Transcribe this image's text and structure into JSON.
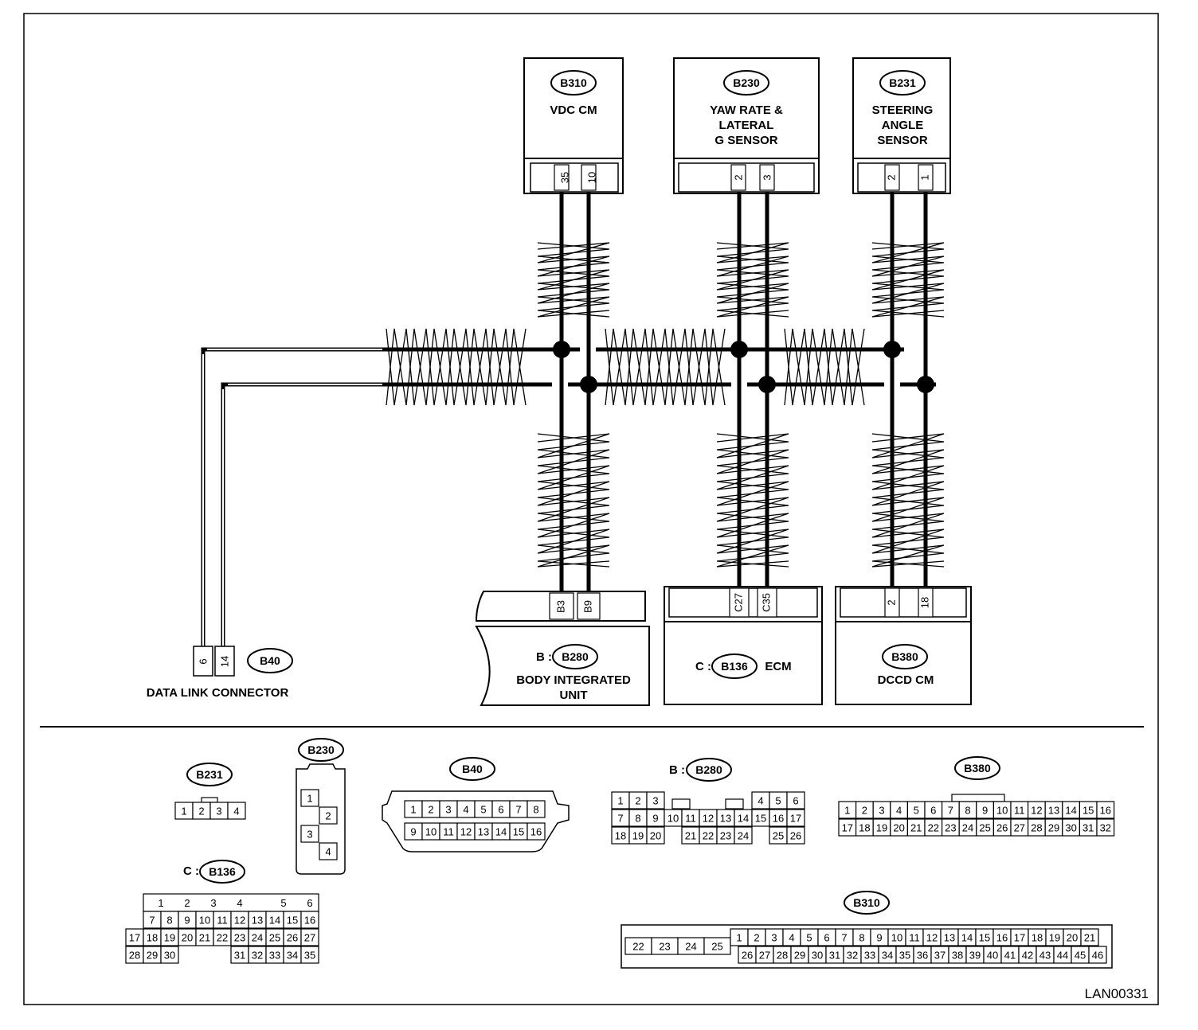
{
  "components": {
    "b310": {
      "id": "B310",
      "name": "VDC CM",
      "pins": [
        "35",
        "10"
      ]
    },
    "b230": {
      "id": "B230",
      "name_lines": [
        "YAW RATE &",
        "LATERAL",
        "G SENSOR"
      ],
      "pins": [
        "2",
        "3"
      ]
    },
    "b231": {
      "id": "B231",
      "name_lines": [
        "STEERING",
        "ANGLE",
        "SENSOR"
      ],
      "pins": [
        "2",
        "1"
      ]
    },
    "b280": {
      "prefix": "B :",
      "id": "B280",
      "name_lines": [
        "BODY INTEGRATED",
        "UNIT"
      ],
      "pins": [
        "B3",
        "B9"
      ]
    },
    "b136": {
      "prefix": "C :",
      "id": "B136",
      "name": "ECM",
      "pins": [
        "C27",
        "C35"
      ]
    },
    "b380": {
      "id": "B380",
      "name": "DCCD CM",
      "pins": [
        "2",
        "18"
      ]
    },
    "b40": {
      "id": "B40",
      "name": "DATA LINK CONNECTOR",
      "pins": [
        "6",
        "14"
      ]
    }
  },
  "connector_faces": {
    "b231": {
      "id": "B231",
      "pins": [
        "1",
        "2",
        "3",
        "4"
      ]
    },
    "b230": {
      "id": "B230",
      "pins": [
        "1",
        "2",
        "3",
        "4"
      ]
    },
    "b40": {
      "id": "B40",
      "row1": [
        "1",
        "2",
        "3",
        "4",
        "5",
        "6",
        "7",
        "8"
      ],
      "row2": [
        "9",
        "10",
        "11",
        "12",
        "13",
        "14",
        "15",
        "16"
      ]
    },
    "b280": {
      "prefix": "B :",
      "id": "B280",
      "row1": [
        "1",
        "2",
        "3",
        "4",
        "5",
        "6"
      ],
      "row2": [
        "7",
        "8",
        "9",
        "10",
        "11",
        "12",
        "13",
        "14",
        "15",
        "16",
        "17"
      ],
      "row3": [
        "18",
        "19",
        "20",
        "21",
        "22",
        "23",
        "24",
        "25",
        "26"
      ]
    },
    "b380": {
      "id": "B380",
      "row1": [
        "1",
        "2",
        "3",
        "4",
        "5",
        "6",
        "7",
        "8",
        "9",
        "10",
        "11",
        "12",
        "13",
        "14",
        "15",
        "16"
      ],
      "row2": [
        "17",
        "18",
        "19",
        "20",
        "21",
        "22",
        "23",
        "24",
        "25",
        "26",
        "27",
        "28",
        "29",
        "30",
        "31",
        "32"
      ]
    },
    "b136": {
      "prefix": "C :",
      "id": "B136",
      "row1": [
        "1",
        "2",
        "3",
        "4",
        "5",
        "6"
      ],
      "row2": [
        "7",
        "8",
        "9",
        "10",
        "11",
        "12",
        "13",
        "14",
        "15",
        "16"
      ],
      "row3": [
        "17",
        "18",
        "19",
        "20",
        "21",
        "22",
        "23",
        "24",
        "25",
        "26",
        "27"
      ],
      "row4": [
        "28",
        "29",
        "30",
        "31",
        "32",
        "33",
        "34",
        "35"
      ]
    },
    "b310": {
      "id": "B310",
      "left": [
        "22",
        "23",
        "24",
        "25"
      ],
      "row1": [
        "1",
        "2",
        "3",
        "4",
        "5",
        "6",
        "7",
        "8",
        "9",
        "10",
        "11",
        "12",
        "13",
        "14",
        "15",
        "16",
        "17",
        "18",
        "19",
        "20",
        "21"
      ],
      "row2": [
        "26",
        "27",
        "28",
        "29",
        "30",
        "31",
        "32",
        "33",
        "34",
        "35",
        "36",
        "37",
        "38",
        "39",
        "40",
        "41",
        "42",
        "43",
        "44",
        "45",
        "46"
      ]
    }
  },
  "figure_code": "LAN00331"
}
